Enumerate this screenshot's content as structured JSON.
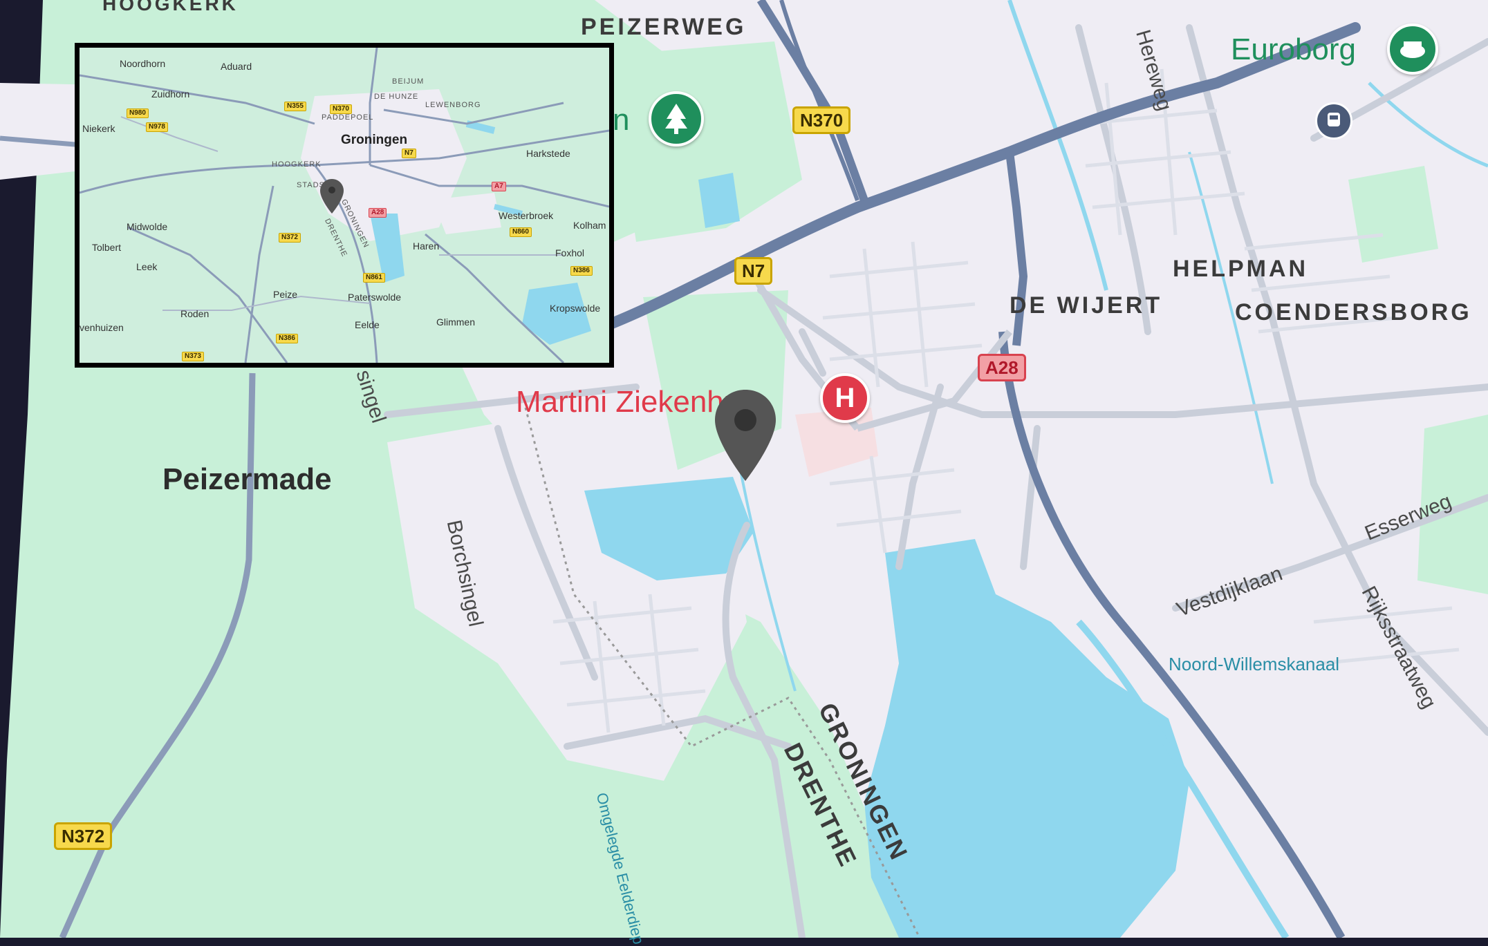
{
  "main_map": {
    "districts": {
      "peizerweg": "PEIZERWEG",
      "helpman": "HELPMAN",
      "de_wijert": "DE WIJERT",
      "coendersborg": "COENDERSBORG",
      "hoogkerk_partial": "HOOGKERK"
    },
    "places": {
      "peizermade": "Peizermade"
    },
    "streets": {
      "borchsingel": "Borchsingel",
      "singel_partial": "singel",
      "herewag": "Hereweg",
      "esserweg": "Esserweg",
      "vestdijklaan": "Vestdijklaan",
      "rijksstraatweg": "Rijksstraatweg",
      "groningen_drenthe_line1": "GRONINGEN",
      "groningen_drenthe_line2": "DRENTHE"
    },
    "water": {
      "noord_willemskanaal": "Noord-Willemskanaal",
      "omgelegde_eelderdiep": "Omgelegde Eelderdiep"
    },
    "road_shields": {
      "n370": "N370",
      "n7": "N7",
      "a28": "A28",
      "n372": "N372"
    },
    "pois": {
      "hospital": "Martini Ziekenhuis",
      "euroborg": "Euroborg",
      "park_partial": "n"
    },
    "icons": {
      "hospital": "hospital-icon",
      "park": "tree-icon",
      "stadium": "stadium-icon",
      "train": "train-icon",
      "pin": "location-pin-icon"
    },
    "colors": {
      "land": "#f1eff5",
      "green": "#c8f0d8",
      "water": "#8fd7ee",
      "road": "#c6ccd8",
      "highway": "#6b7fa3",
      "hospital": "#e03a4a",
      "park_poi": "#1f8f5c"
    }
  },
  "inset_map": {
    "towns": {
      "noordhorn": "Noordhorn",
      "aduard": "Aduard",
      "zuidhorn": "Zuidhorn",
      "niekerk": "Niekerk",
      "bejum": "BEIJUM",
      "de_hunze": "DE HUNZE",
      "lewenborg": "LEWENBORG",
      "paddepoel": "PADDEPOEL",
      "groningen": "Groningen",
      "harkstede": "Harkstede",
      "hoogkerk": "HOOGKERK",
      "stadsp": "STADSP",
      "midwolde": "Midwolde",
      "tolbert": "Tolbert",
      "leek": "Leek",
      "westerbroek": "Westerbroek",
      "kolham": "Kolham",
      "haren": "Haren",
      "foxhol": "Foxhol",
      "peize": "Peize",
      "paterswolde": "Paterswolde",
      "roden": "Roden",
      "eelde": "Eelde",
      "glimmen": "Glimmen",
      "kropswolde": "Kropswolde",
      "nuis_partial": "venhuizen",
      "groningen_border": "GRONINGEN",
      "drenthe_border": "DRENTHE"
    },
    "shields": {
      "n355": "N355",
      "n370": "N370",
      "n980": "N980",
      "n978": "N978",
      "n7": "N7",
      "a7": "A7",
      "a28": "A28",
      "n372": "N372",
      "n860": "N860",
      "n386_east": "N386",
      "n861": "N861",
      "n386": "N386",
      "n373": "N373"
    }
  }
}
